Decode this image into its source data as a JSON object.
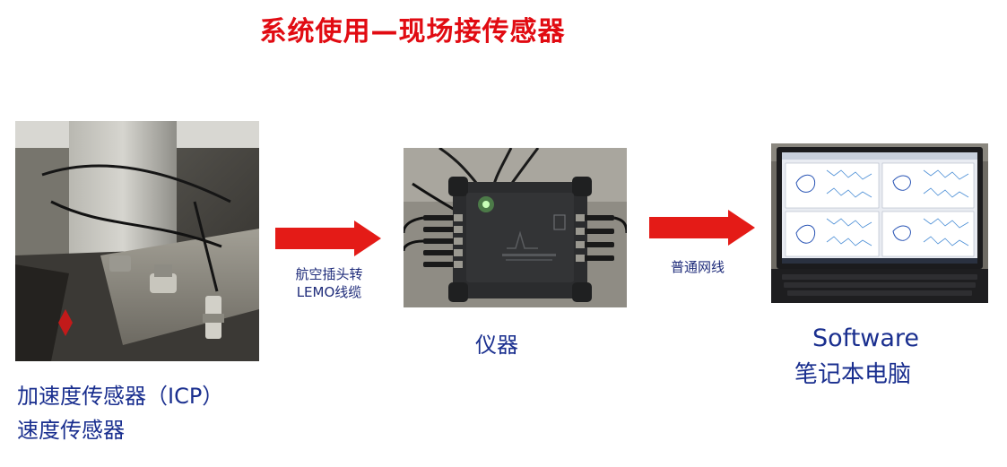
{
  "title": "系统使用—现场接传感器",
  "sensor": {
    "line1": "加速度传感器（ICP）",
    "line2": "速度传感器"
  },
  "cable": {
    "line1": "航空插头转",
    "line2": "LEMO线缆"
  },
  "instrument": {
    "label": "仪器"
  },
  "network": {
    "label": "普通网线"
  },
  "laptop": {
    "line1": "Software",
    "line2": "笔记本电脑"
  },
  "colors": {
    "title": "#e10b12",
    "arrow": "#e41b17",
    "label": "#1a2f8f"
  }
}
